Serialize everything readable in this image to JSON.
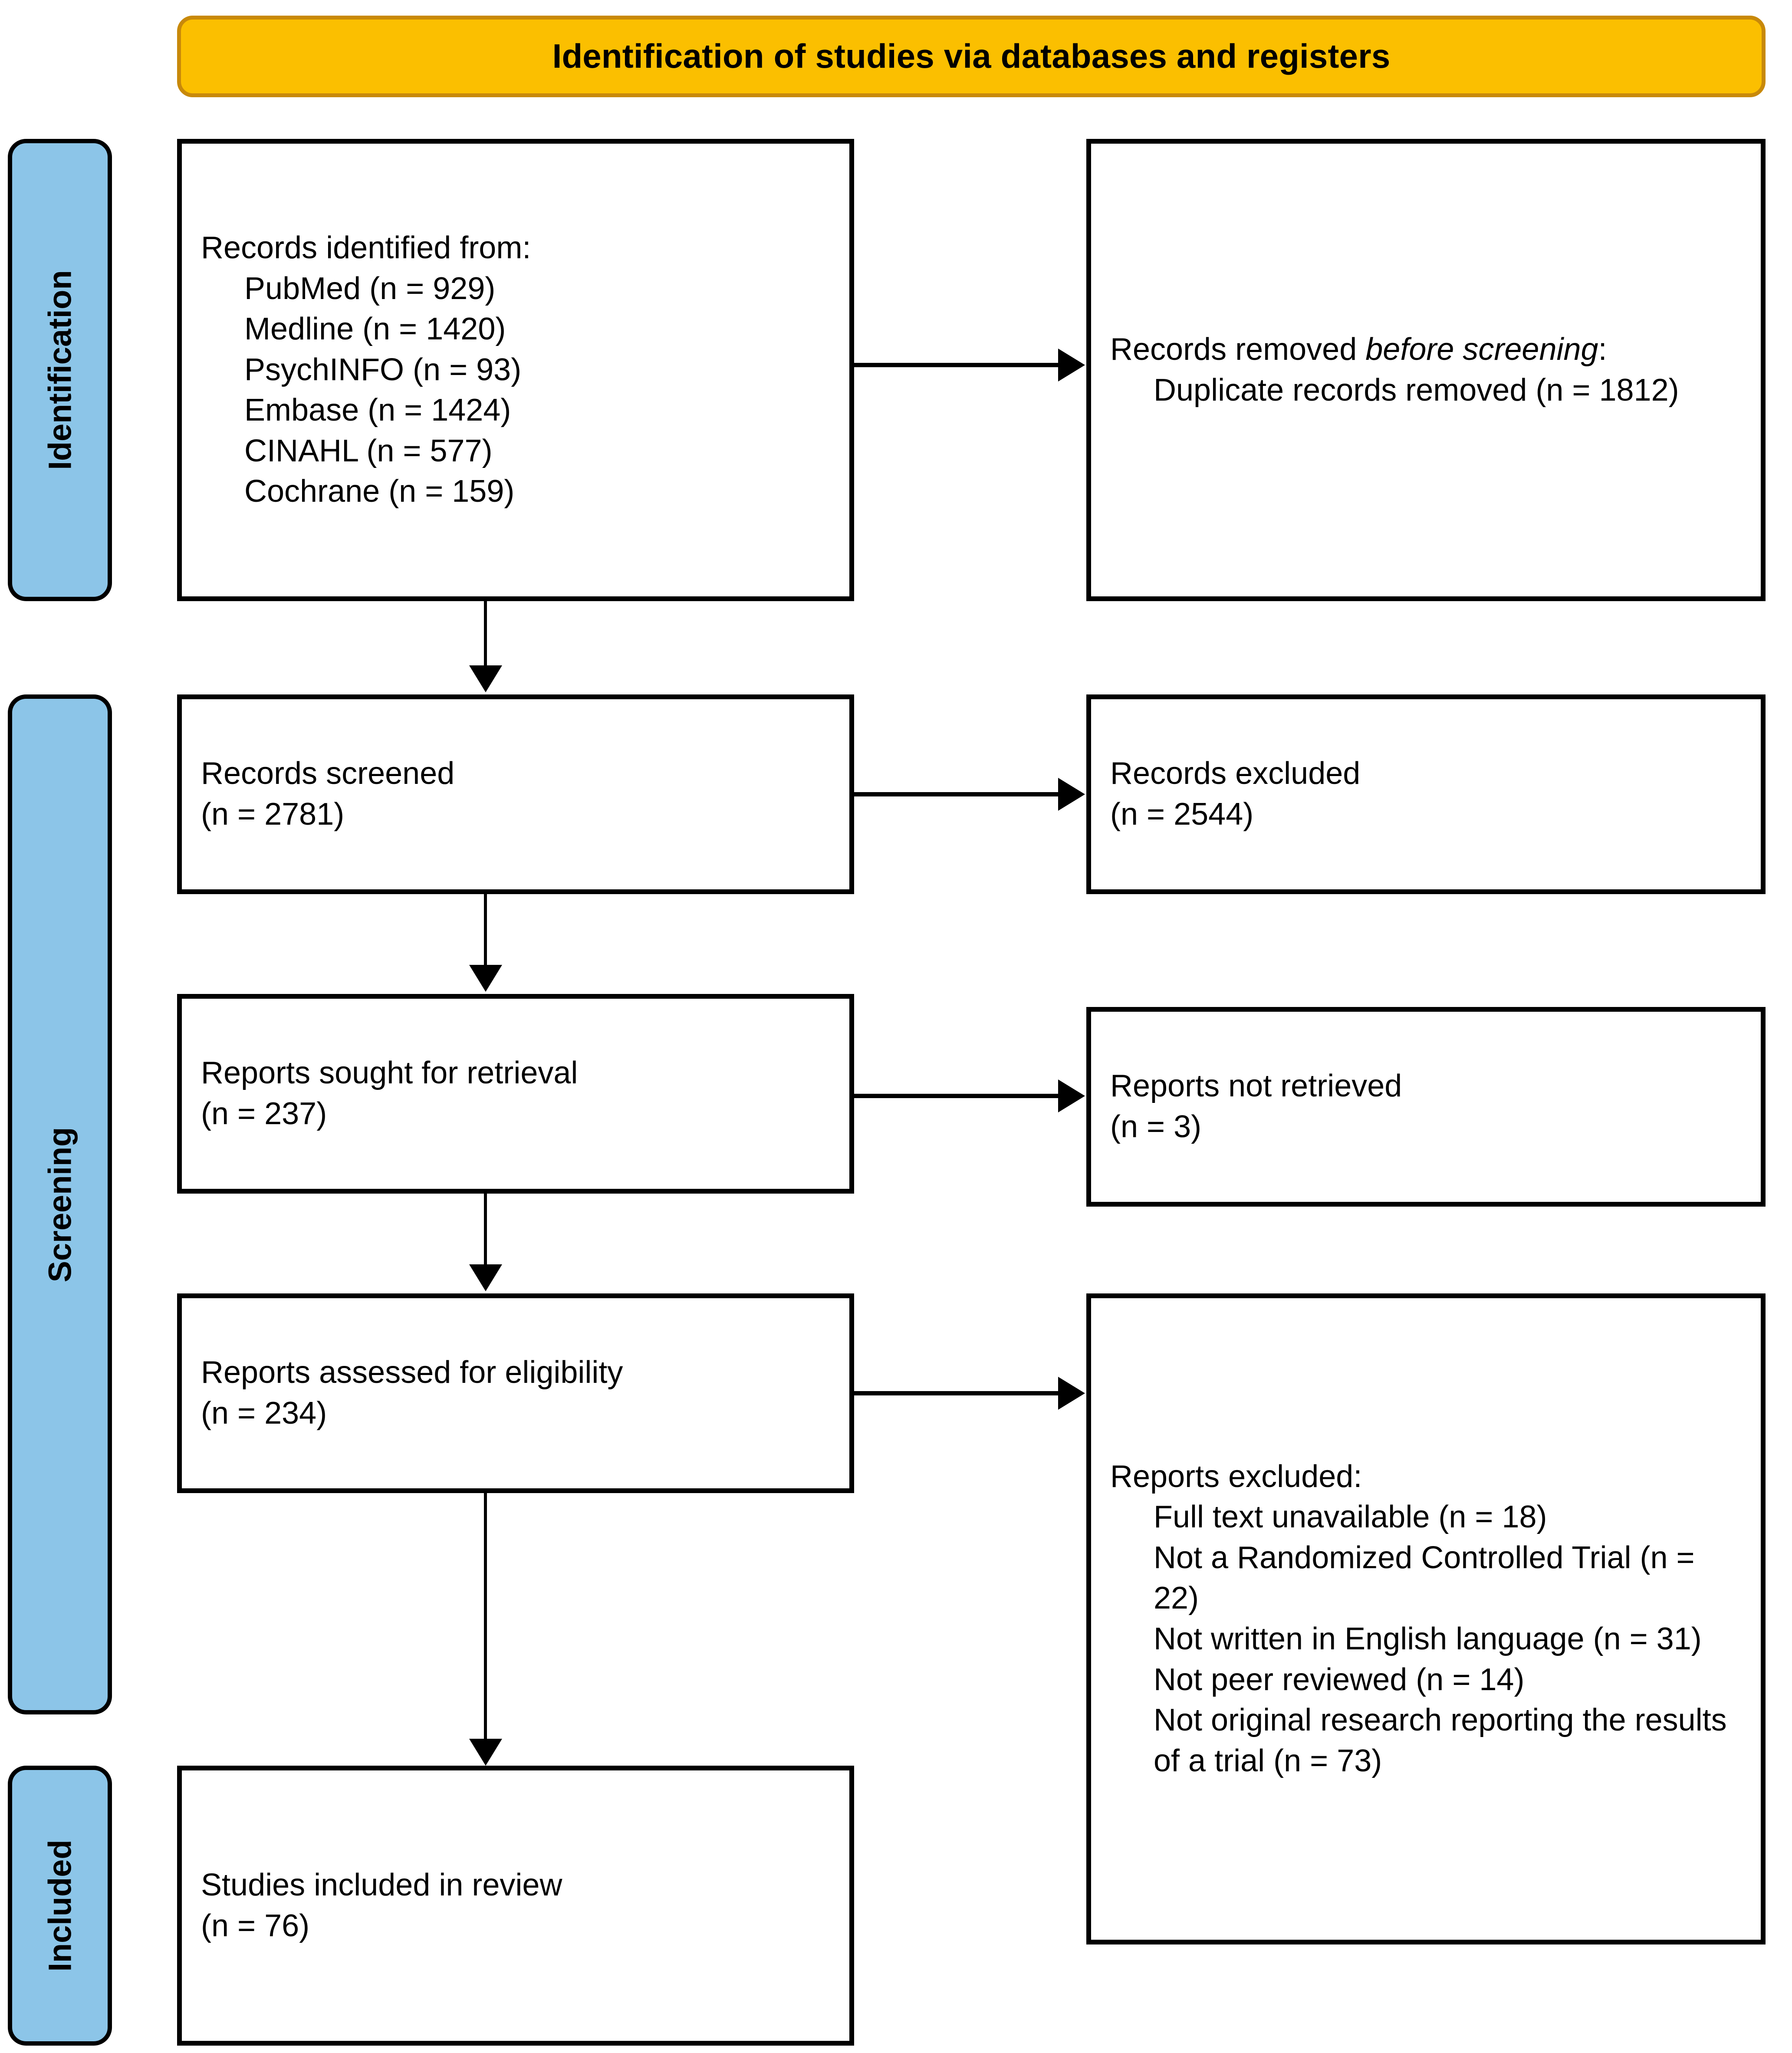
{
  "header": {
    "title": "Identification of studies via databases and registers",
    "fill_color": "#FBBF00",
    "border_color": "#C8890A"
  },
  "stages": {
    "fill_color": "#8CC5E8",
    "identification": "Identification",
    "screening": "Screening",
    "included": "Included"
  },
  "boxes": {
    "records_identified": {
      "title": "Records identified from:",
      "sources": [
        "PubMed (n = 929)",
        "Medline (n = 1420)",
        "PsychINFO (n = 93)",
        "Embase (n = 1424)",
        "CINAHL (n = 577)",
        "Cochrane (n = 159)"
      ]
    },
    "records_removed": {
      "title_prefix": "Records removed ",
      "title_italic": "before screening",
      "title_suffix": ":",
      "items": [
        "Duplicate records removed (n = 1812)"
      ]
    },
    "records_screened": {
      "title": "Records screened",
      "count": "(n = 2781)"
    },
    "records_excluded": {
      "title": "Records excluded",
      "count": "(n = 2544)"
    },
    "reports_sought": {
      "title": "Reports sought for retrieval",
      "count": "(n = 237)"
    },
    "reports_not_retrieved": {
      "title": "Reports not retrieved",
      "count": "(n = 3)"
    },
    "reports_assessed": {
      "title": "Reports assessed for eligibility",
      "count": "(n = 234)"
    },
    "reports_excluded": {
      "title": "Reports excluded:",
      "reasons": [
        "Full text unavailable (n = 18)",
        "Not a Randomized Controlled Trial (n = 22)",
        "Not written in English language (n = 31)",
        "Not peer reviewed (n = 14)",
        "Not original research reporting the results of a trial (n = 73)"
      ]
    },
    "studies_included": {
      "title": "Studies included in review",
      "count": "(n = 76)"
    }
  }
}
